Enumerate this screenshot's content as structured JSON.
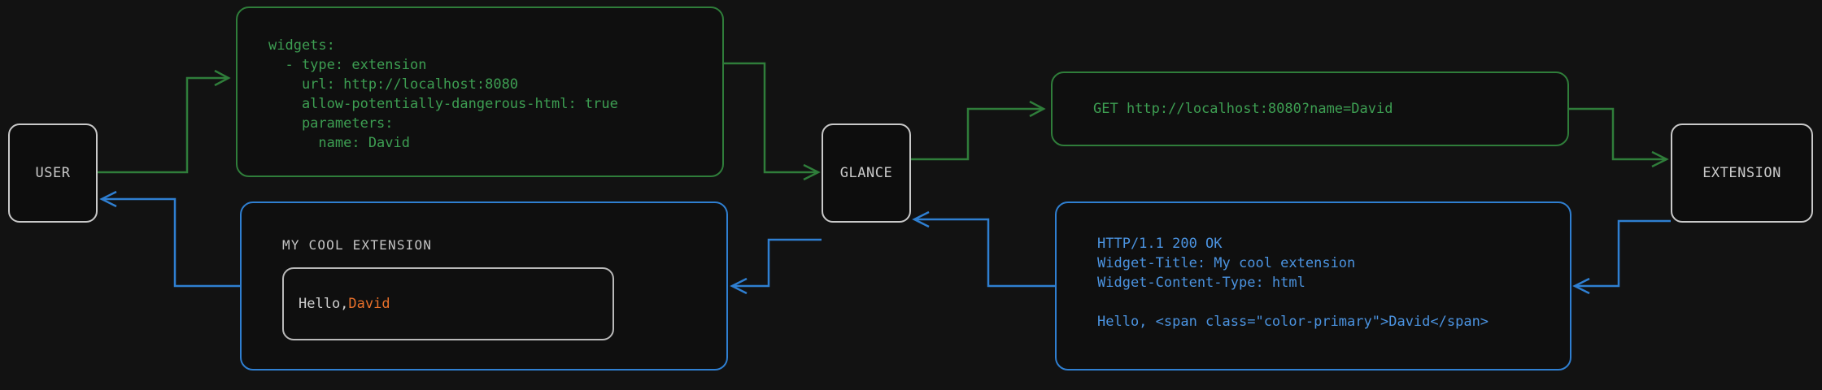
{
  "theme": {
    "background": "#121212",
    "node_border": "#c9c9c9",
    "node_text": "#c9c9c9",
    "request_color": "#3d9e52",
    "request_border": "#2f7d3a",
    "response_color": "#4b93e0",
    "response_border": "#2f7fd1",
    "widget_text": "#cfcfcf",
    "accent_color": "#e8702a",
    "card_border": "#b9b9b9"
  },
  "nodes": {
    "user": "USER",
    "glance": "GLANCE",
    "extension": "EXTENSION"
  },
  "panels": {
    "yaml_config": "widgets:\n  - type: extension\n    url: http://localhost:8080\n    allow-potentially-dangerous-html: true\n    parameters:\n      name: David",
    "get_request": "GET http://localhost:8080?name=David",
    "http_response": "HTTP/1.1 200 OK\nWidget-Title: My cool extension\nWidget-Content-Type: html\n\nHello, <span class=\"color-primary\">David</span>",
    "widget": {
      "title": "MY COOL EXTENSION",
      "body_prefix": "Hello, ",
      "body_accent": "David"
    }
  },
  "edges": [
    {
      "name": "user-to-glance-config",
      "color": "#2f7d3a",
      "direction": "forward"
    },
    {
      "name": "glance-to-extension-request",
      "color": "#2f7d3a",
      "direction": "forward"
    },
    {
      "name": "extension-to-glance-response",
      "color": "#2f7fd1",
      "direction": "backward"
    },
    {
      "name": "glance-to-user-widget",
      "color": "#2f7fd1",
      "direction": "backward"
    }
  ]
}
